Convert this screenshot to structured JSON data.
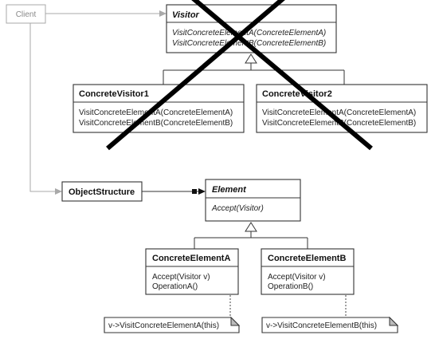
{
  "client": {
    "label": "Client"
  },
  "visitor": {
    "name": "Visitor",
    "operations": [
      "VisitConcreteElementA(ConcreteElementA)",
      "VisitConcreteElementB(ConcreteElementB)"
    ]
  },
  "concrete_visitor_1": {
    "name": "ConcreteVisitor1",
    "operations": [
      "VisitConcreteElementA(ConcreteElementA)",
      "VisitConcreteElementB(ConcreteElementB)"
    ]
  },
  "concrete_visitor_2": {
    "name": "ConcreteVisitor2",
    "operations": [
      "VisitConcreteElementA(ConcreteElementA)",
      "VisitConcreteElementB(ConcreteElementB)"
    ]
  },
  "object_structure": {
    "name": "ObjectStructure"
  },
  "element": {
    "name": "Element",
    "operations": [
      "Accept(Visitor)"
    ]
  },
  "concrete_element_a": {
    "name": "ConcreteElementA",
    "operations": [
      "Accept(Visitor v)",
      "OperationA()"
    ],
    "note": "v->VisitConcreteElementA(this)"
  },
  "concrete_element_b": {
    "name": "ConcreteElementB",
    "operations": [
      "Accept(Visitor v)",
      "OperationB()"
    ],
    "note": "v->VisitConcreteElementB(this)"
  },
  "colors": {
    "line": "#333333",
    "client": "#a9a9a9",
    "cross": "#000000"
  }
}
